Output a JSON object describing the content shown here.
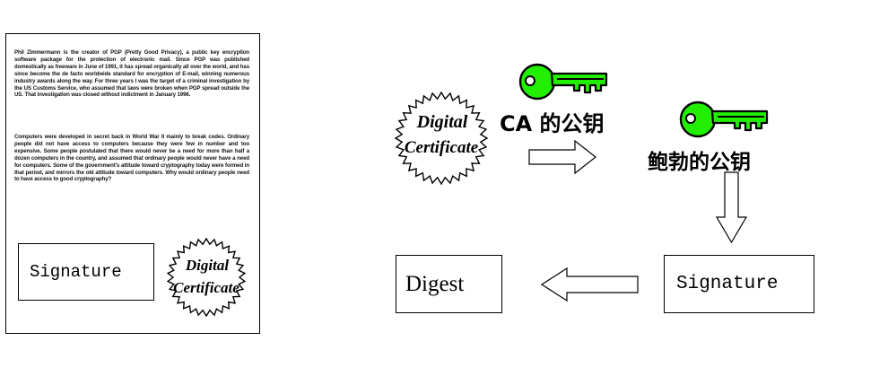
{
  "document": {
    "paragraph1": "Phil Zimmermann is the creator of PGP (Pretty Good Privacy), a public key encryption software package for the protection of electronic mail. Since PGP was published domestically as freeware in June of 1991, it has spread organically all over the world, and has since become the de facto worldwide standard for encryption of E-mail, winning numerous industry awards along the way. For three years I was the target of a criminal investigation by the US Customs Service, who assumed that laws were broken when PGP spread outside the US. That investigation was closed without indictment in January 1996.",
    "paragraph2": "Computers were developed in secret back in World War II mainly to break codes. Ordinary people did not have access to computers because they were few in number and too expensive. Some people postulated that there would never be a need for more than half a dozen computers in the country, and assumed that ordinary people would never have a need for computers. Some of the government's attitude toward cryptography today were formed in that period, and mirrors the old attitude toward computers. Why would ordinary people need to have access to good cryptography?",
    "signature_label": "Signature",
    "seal_line1": "Digital",
    "seal_line2": "Certificate"
  },
  "flow": {
    "seal_line1": "Digital",
    "seal_line2": "Certificate",
    "ca_key_label": "CA 的公钥",
    "second_key_label": "鲍勃的公钥",
    "signature_label": "Signature",
    "digest_label": "Digest"
  },
  "colors": {
    "key_fill": "#22ee00",
    "outline": "#000000"
  },
  "icons": {
    "key": "key-icon",
    "seal": "certificate-seal-icon",
    "arrow": "hollow-arrow-icon"
  }
}
